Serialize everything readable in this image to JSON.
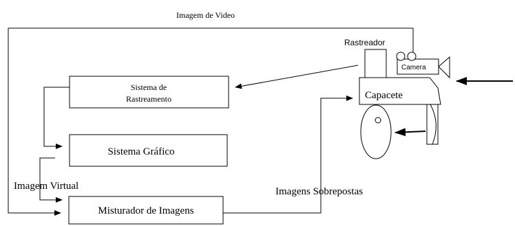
{
  "labels": {
    "video_image": "Imagem de Video",
    "tracker": "Rastreador",
    "camera": "Camera",
    "helmet": "Capacete",
    "tracking_system_line1": "Sistema de",
    "tracking_system_line2": "Rastreamento",
    "graphics_system": "Sistema Gráfico",
    "virtual_image": "Imagem Virtual",
    "overlaid_images": "Imagens Sobrepostas",
    "image_mixer": "Misturador de Imagens"
  },
  "colors": {
    "stroke": "#000000",
    "background": "#ffffff"
  }
}
